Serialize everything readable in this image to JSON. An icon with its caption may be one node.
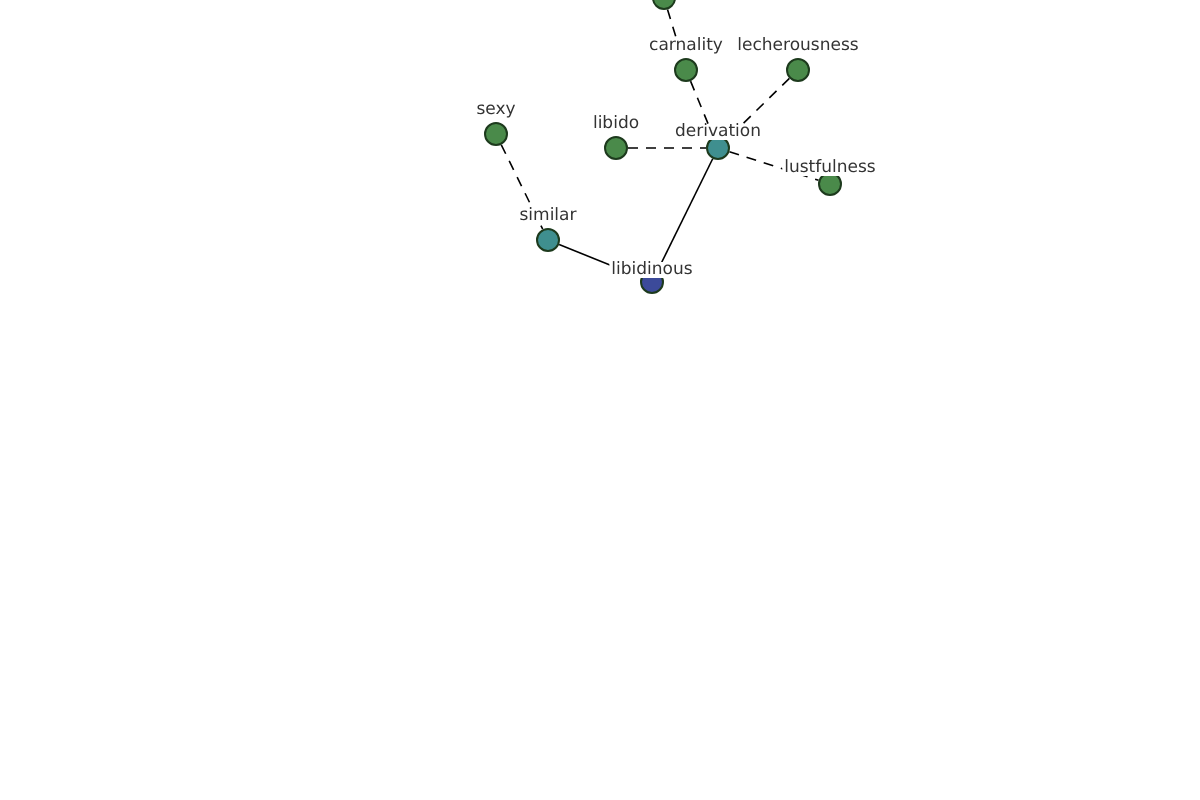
{
  "diagram": {
    "nodes": [
      {
        "text": [],
        "shape": "circle"
      },
      {
        "text": [
          "carnality"
        ]
      },
      {
        "text": [
          "lecherousness"
        ]
      },
      {
        "text": [
          "sexy"
        ]
      },
      {
        "text": [
          "libido"
        ]
      },
      {
        "text": [
          "derivation"
        ]
      },
      {
        "text": [
          "lustfulness"
        ]
      },
      {
        "text": [
          "similar"
        ]
      },
      {
        "text": [
          "libidinous"
        ]
      }
    ],
    "edges": [
      {
        "from": 0,
        "to": 1,
        "arrow": "none",
        "style": "dashed"
      },
      {
        "from": 1,
        "to": 5,
        "arrow": "none",
        "style": "dashed"
      },
      {
        "from": 2,
        "to": 5,
        "arrow": "none",
        "style": "dashed"
      },
      {
        "from": 4,
        "to": 5,
        "arrow": "none",
        "style": "dashed"
      },
      {
        "from": 5,
        "to": 6,
        "arrow": "none",
        "style": "dashed"
      },
      {
        "from": 5,
        "to": 8,
        "arrow": "none"
      },
      {
        "from": 7,
        "to": 8,
        "arrow": "none"
      },
      {
        "from": 3,
        "to": 7,
        "arrow": "none",
        "style": "dashed"
      }
    ]
  }
}
